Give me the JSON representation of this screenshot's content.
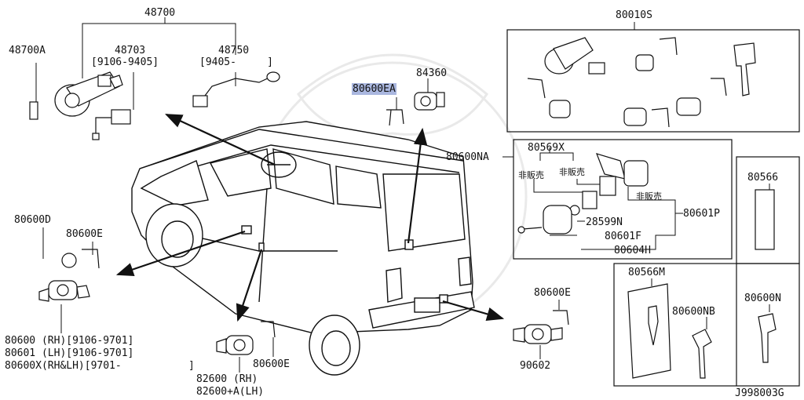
{
  "diagram_code": "J998003G",
  "parts": {
    "p48700": "48700",
    "p48700A": "48700A",
    "p48703": "48703",
    "p48703_range": "[9106-9405]",
    "p48750": "48750",
    "p48750_range": "[9405-     ]",
    "p80600EA": "80600EA",
    "p84360": "84360",
    "p80010S": "80010S",
    "p80600NA": "80600NA",
    "p80569X": "80569X",
    "not_for_sale": "非販売",
    "p28599N": "28599N",
    "p80601F": "80601F",
    "p80604H": "80604H",
    "p80601P": "80601P",
    "p80566": "80566",
    "p80566M": "80566M",
    "p80600NB": "80600NB",
    "p80600N": "80600N",
    "p80600D": "80600D",
    "p80600E_left": "80600E",
    "p80600_rh": "80600 (RH)[9106-9701]",
    "p80601_lh": "80601 (LH)[9106-9701]",
    "p80600X": "80600X(RH&LH)[9701-",
    "p80600X_close": "]",
    "p82600_rh": "82600 (RH)",
    "p82600A_lh": "82600+A(LH)",
    "p80600E_bottom": "80600E",
    "p80600E_right": "80600E",
    "p90602": "90602"
  }
}
